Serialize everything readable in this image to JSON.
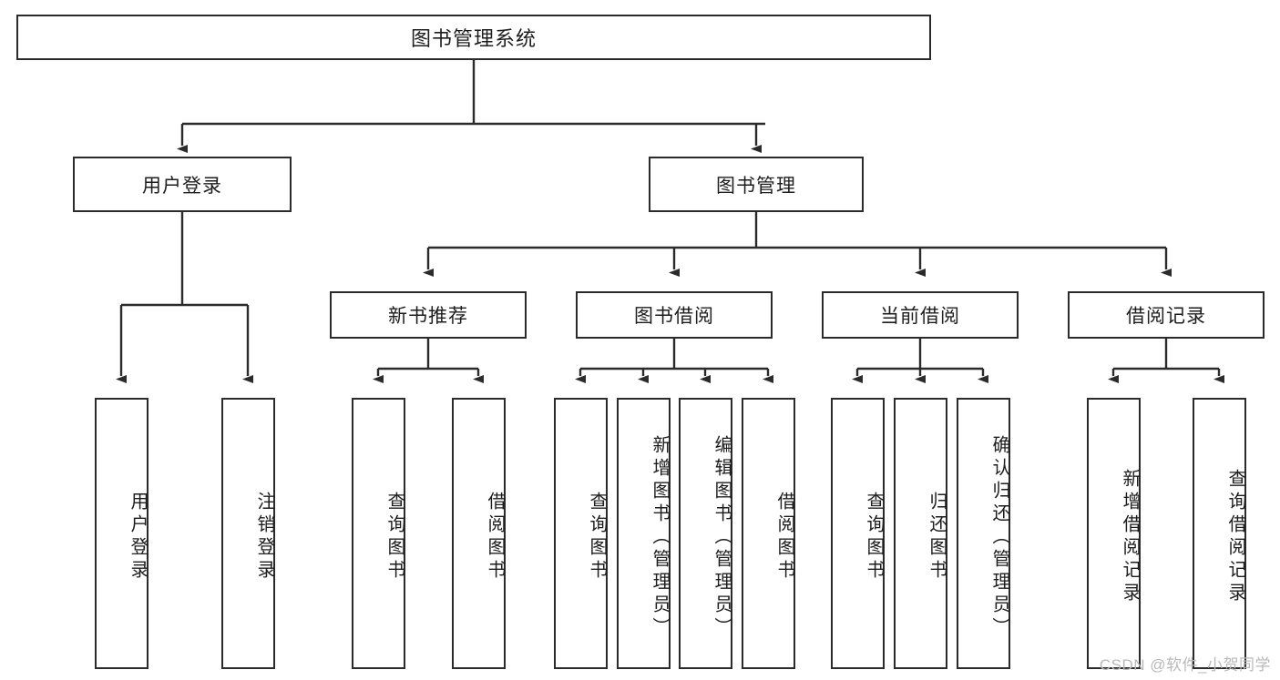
{
  "diagram": {
    "title": "图书管理系统",
    "type": "tree-hierarchy-diagram",
    "root": {
      "label": "图书管理系统"
    },
    "level1": [
      {
        "label": "用户登录"
      },
      {
        "label": "图书管理"
      }
    ],
    "level2": [
      {
        "label": "新书推荐"
      },
      {
        "label": "图书借阅"
      },
      {
        "label": "当前借阅"
      },
      {
        "label": "借阅记录"
      }
    ],
    "leaves": {
      "user_login": [
        {
          "label": "用户登录"
        },
        {
          "label": "注销登录"
        }
      ],
      "new_book_recommend": [
        {
          "label": "查询图书"
        },
        {
          "label": "借阅图书"
        }
      ],
      "book_borrow": [
        {
          "label": "查询图书"
        },
        {
          "label": "新增图书（管理员）"
        },
        {
          "label": "编辑图书（管理员）"
        },
        {
          "label": "借阅图书"
        }
      ],
      "current_borrow": [
        {
          "label": "查询图书"
        },
        {
          "label": "归还图书"
        },
        {
          "label": "确认归还（管理员）"
        }
      ],
      "borrow_record": [
        {
          "label": "新增借阅记录"
        },
        {
          "label": "查询借阅记录"
        }
      ]
    },
    "watermark": "CSDN @软件_小贺同学",
    "colors": {
      "box_border": "#2b2b2b",
      "box_fill": "#ffffff",
      "text": "#1d1d1d",
      "connector": "#2b2b2b",
      "watermark": "#b9b9b9",
      "background": "#ffffff"
    }
  }
}
